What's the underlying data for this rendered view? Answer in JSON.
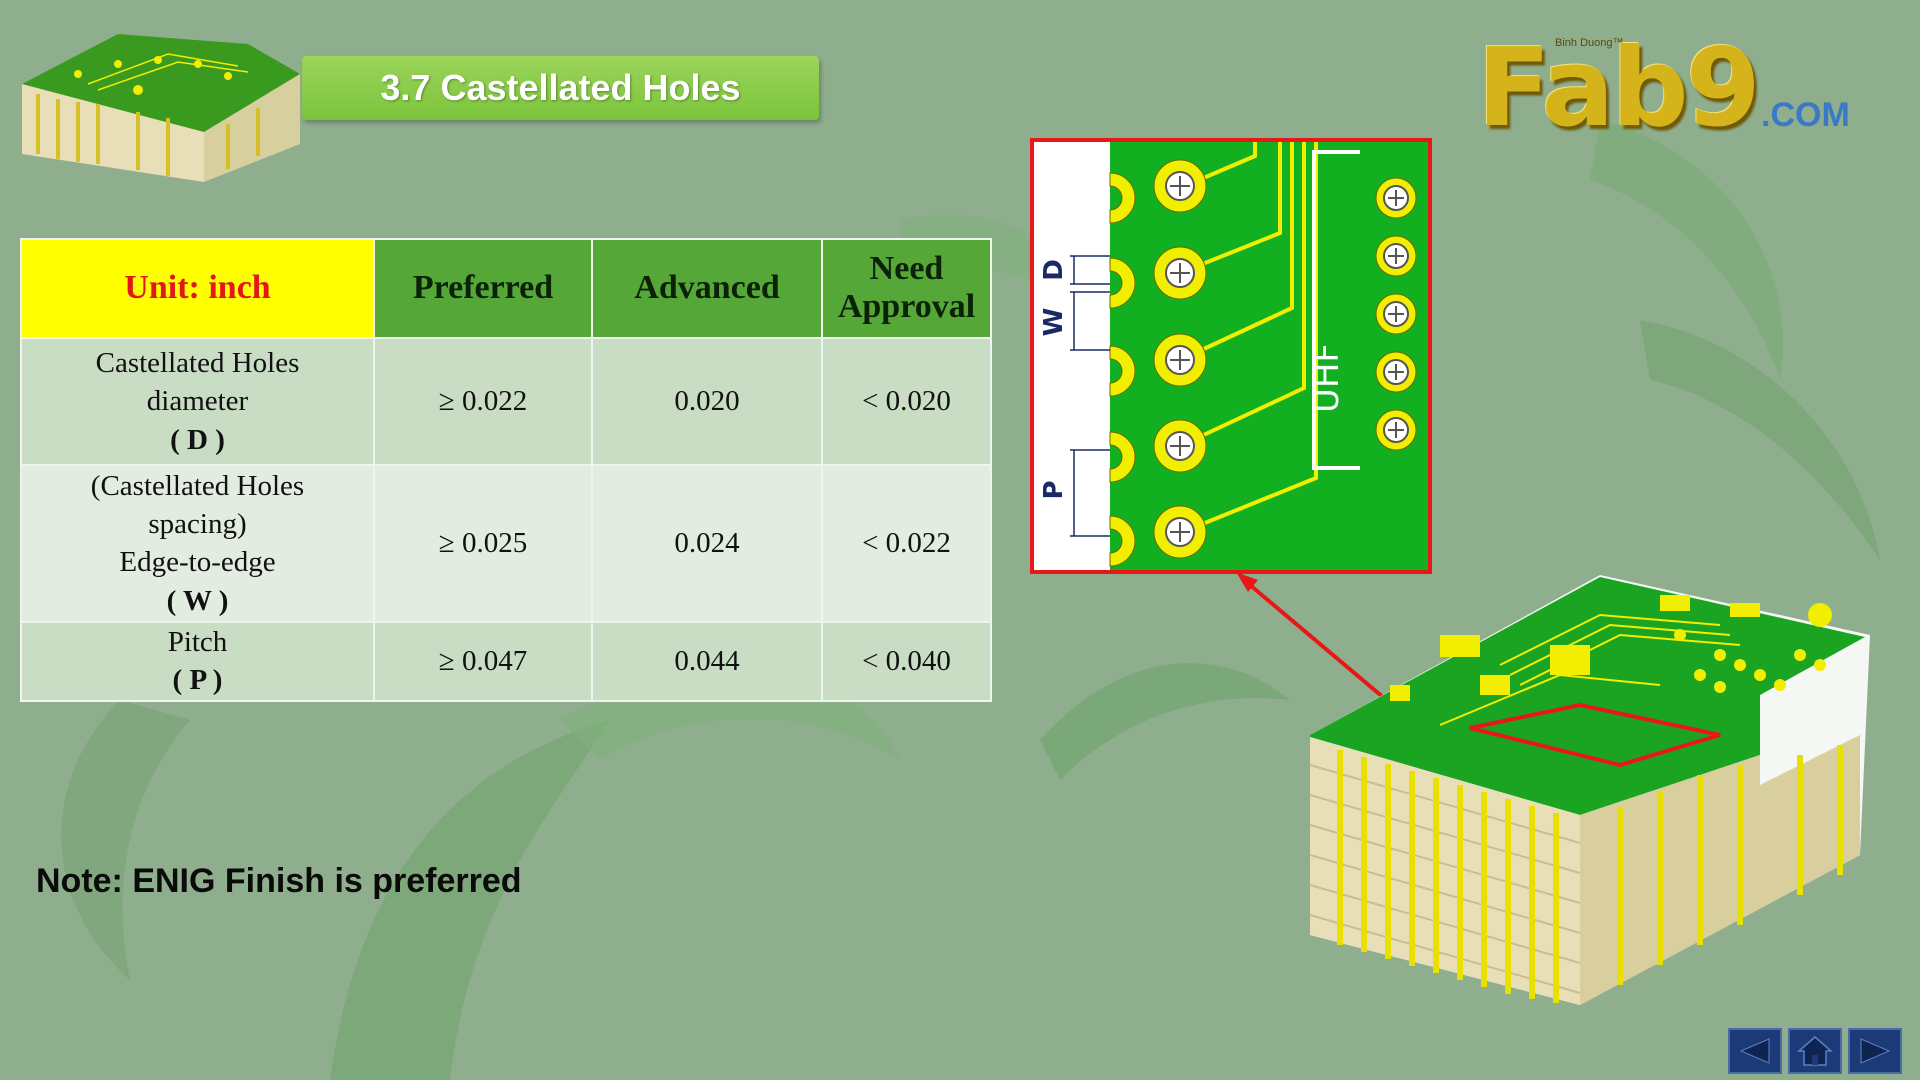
{
  "title": "3.7 Castellated Holes",
  "logo": {
    "main": "Fab9",
    "sub": "Binh Duong™",
    "domain": ".COM"
  },
  "table": {
    "header": {
      "unit": "Unit: inch",
      "preferred": "Preferred",
      "advanced": "Advanced",
      "need_approval": "Need Approval"
    },
    "rows": [
      {
        "label_lines": [
          "Castellated Holes",
          "diameter"
        ],
        "symbol": "( D )",
        "preferred": "≥ 0.022",
        "advanced": "0.020",
        "need_approval": "< 0.020"
      },
      {
        "label_lines": [
          "(Castellated Holes",
          "spacing)",
          "Edge-to-edge"
        ],
        "symbol": "( W )",
        "preferred": "≥  0.025",
        "advanced": "0.024",
        "need_approval": "< 0.022"
      },
      {
        "label_lines": [
          "Pitch"
        ],
        "symbol": "( P )",
        "preferred": "≥  0.047",
        "advanced": "0.044",
        "need_approval": "< 0.040"
      }
    ]
  },
  "note": "Note: ENIG Finish is preferred",
  "diagram": {
    "dim_d": "D",
    "dim_w": "W",
    "dim_p": "P",
    "board_label": "UHF"
  },
  "colors": {
    "pcb_green": "#12b020",
    "pad_yellow": "#f2ee00",
    "highlight_red": "#e81818",
    "banner_green": "#8fd04c",
    "unit_yellow": "#ffff00",
    "header_green": "#55a838"
  },
  "nav": {
    "prev_icon": "arrow-left-icon",
    "home_icon": "home-icon",
    "next_icon": "arrow-right-icon"
  }
}
